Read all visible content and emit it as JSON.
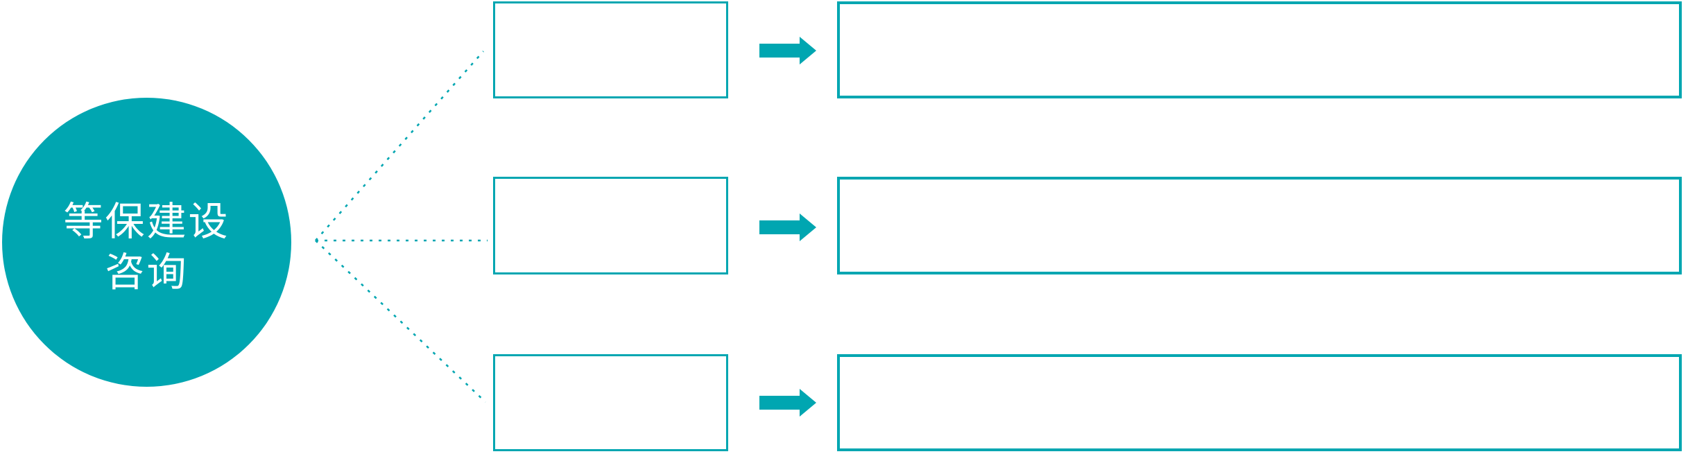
{
  "diagram": {
    "type": "hub-and-branches-flow",
    "accent_color": "#00a6b1",
    "background_color": "#ffffff",
    "hub": {
      "label_lines": [
        "等保建设",
        "咨询"
      ],
      "full_label": "等保建设咨询",
      "text_color": "#ffffff",
      "shape": "circle"
    },
    "connectors": {
      "style": "dashed",
      "count": 3
    },
    "icons": {
      "arrow": "arrow-right-icon"
    },
    "rows": [
      {
        "source_label": "",
        "target_label": ""
      },
      {
        "source_label": "",
        "target_label": ""
      },
      {
        "source_label": "",
        "target_label": ""
      }
    ]
  }
}
